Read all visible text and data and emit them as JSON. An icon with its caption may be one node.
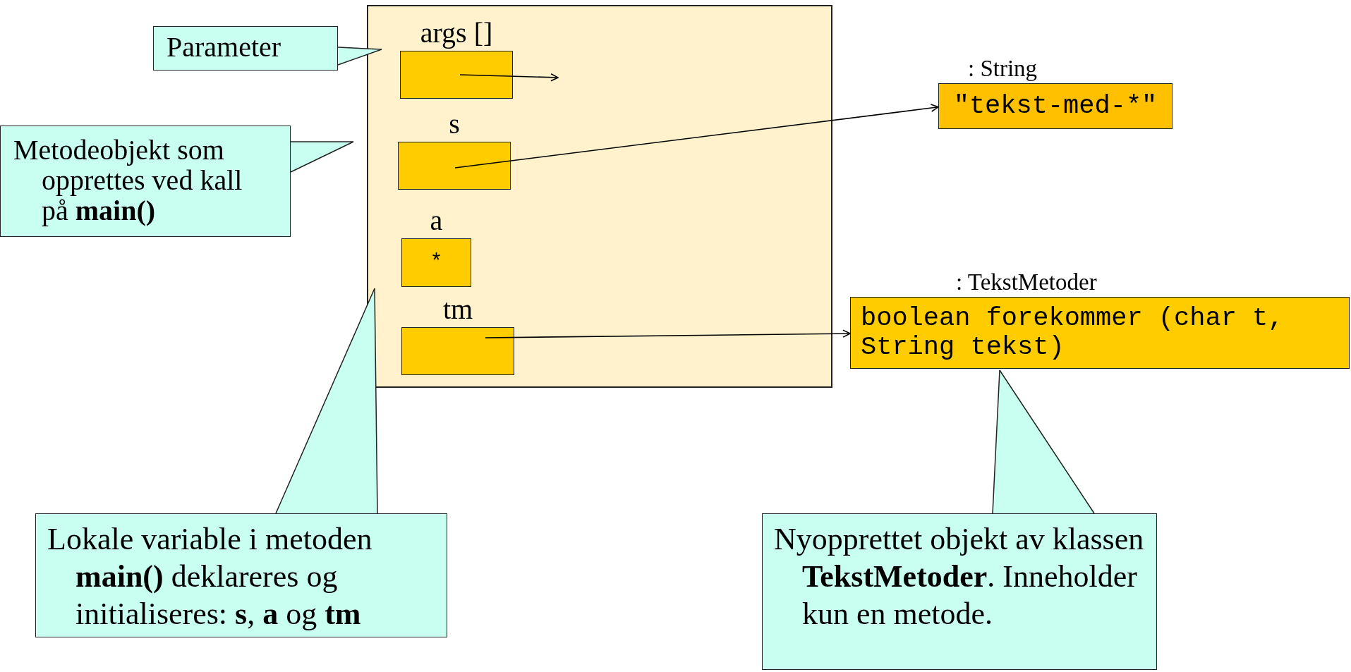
{
  "diagram": {
    "nodes": [
      {
        "text": [
          "Parameter"
        ]
      },
      {
        "text": [],
        "shape": "box"
      },
      {
        "text": [
          "args []"
        ],
        "in": 1
      },
      {
        "text": [
          "s"
        ],
        "in": 1
      },
      {
        "text": [
          "a",
          "*"
        ],
        "in": 1
      },
      {
        "text": [
          "tm"
        ],
        "in": 1
      },
      {
        "text": [
          ": String",
          "\"tekst-med-*\""
        ]
      },
      {
        "text": [
          "Metodeobjekt som opprettes ved kall på **main()**"
        ]
      },
      {
        "text": [
          ": TekstMetoder",
          "boolean forekommer (char t, String tekst)"
        ]
      },
      {
        "text": [
          "Lokale variable i metoden **main()** deklareres og initialiseres: **s**, **a** og **tm**"
        ]
      },
      {
        "text": [
          "Nyopprettet objekt av klassen **TekstMetoder**. Inneholder kun en metode."
        ]
      }
    ],
    "edges": [
      {
        "from": 2,
        "to": null,
        "arrow": "to"
      },
      {
        "from": 3,
        "to": 6,
        "arrow": "to"
      },
      {
        "from": 5,
        "to": 8,
        "arrow": "to"
      },
      {
        "from": 0,
        "to": 1,
        "arrow": "none"
      },
      {
        "from": 7,
        "to": 1,
        "arrow": "none"
      },
      {
        "from": 9,
        "to": 1,
        "arrow": "none"
      },
      {
        "from": 10,
        "to": 8,
        "arrow": "none"
      }
    ]
  }
}
